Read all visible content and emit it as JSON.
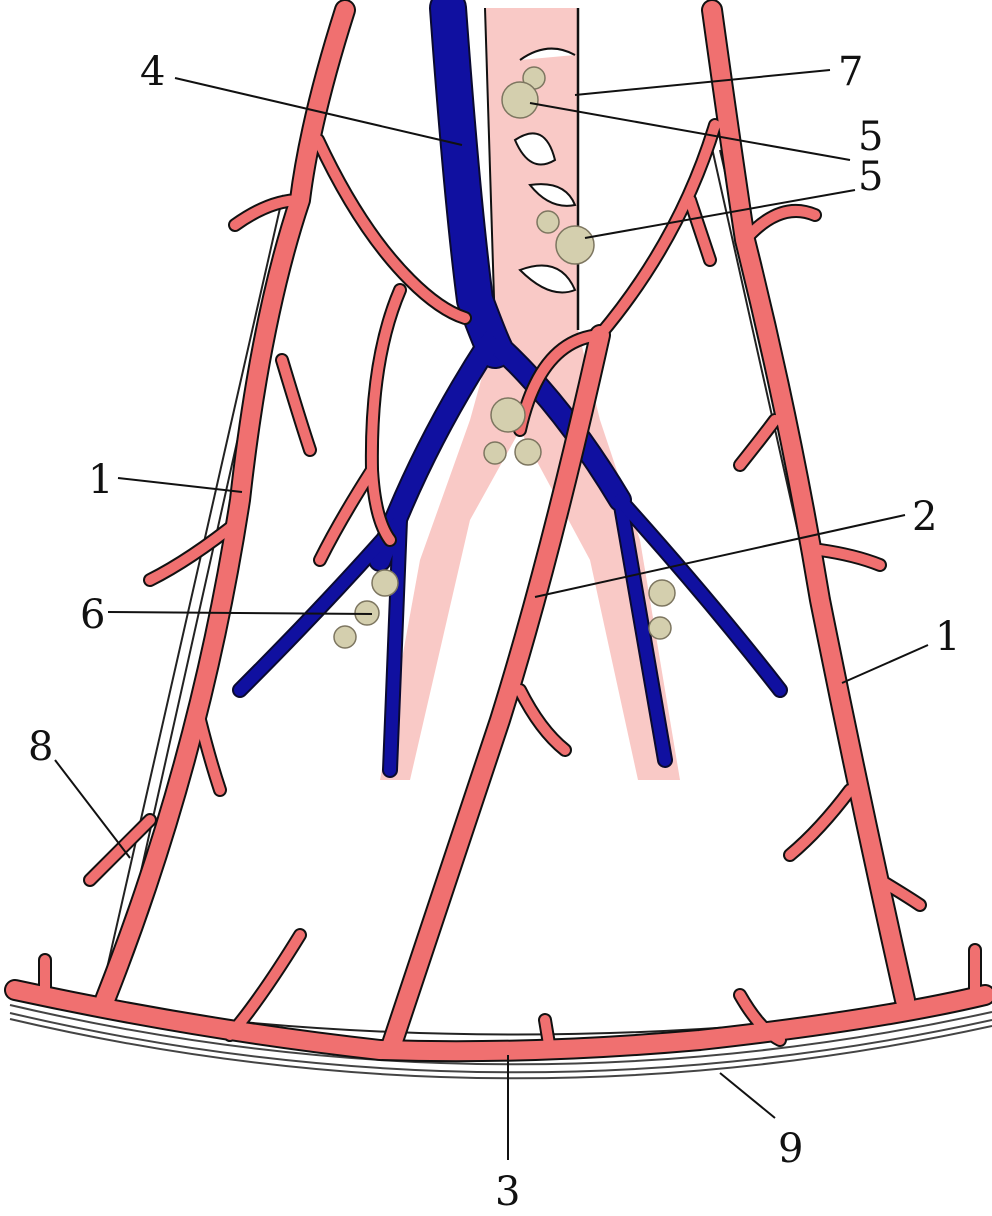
{
  "colors": {
    "artery": "#f07070",
    "vein": "#1010a0",
    "lymph_vessel": "#f9c9c6",
    "lymph_node": "#d4cfae",
    "outline": "#111111"
  },
  "labels": {
    "l1_left": "1",
    "l1_right": "1",
    "l2": "2",
    "l3": "3",
    "l4": "4",
    "l5_upper": "5",
    "l5_lower": "5",
    "l6": "6",
    "l7": "7",
    "l8": "8",
    "l9": "9"
  }
}
